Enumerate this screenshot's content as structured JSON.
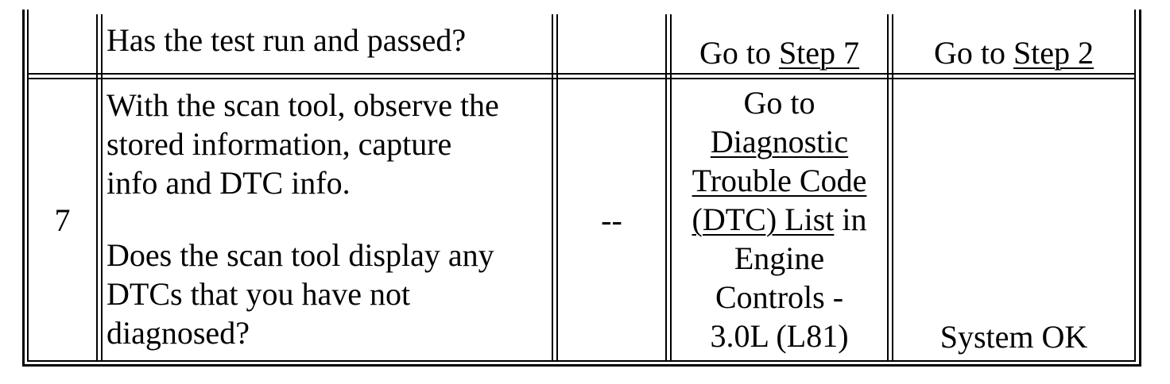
{
  "rows": [
    {
      "step": "",
      "action": "Has the test run and passed?",
      "value": "",
      "yes": {
        "prefix": "Go to ",
        "link": "Step 7"
      },
      "no": {
        "prefix": "Go to ",
        "link": "Step 2"
      }
    },
    {
      "step": "7",
      "action_paragraph_1": [
        "With the scan tool, observe the",
        "stored information, capture",
        "info and DTC info."
      ],
      "action_paragraph_2": [
        "Does the scan tool display any",
        "DTCs that you have not",
        "diagnosed?"
      ],
      "value": "--",
      "yes": {
        "line_1": "Go to",
        "link_lines": [
          "Diagnostic",
          "Trouble Code",
          "(DTC) List"
        ],
        "line_4_suffix": " in",
        "after_lines": [
          "Engine",
          "Controls -",
          "3.0L (L81)"
        ]
      },
      "no": "System OK"
    }
  ]
}
